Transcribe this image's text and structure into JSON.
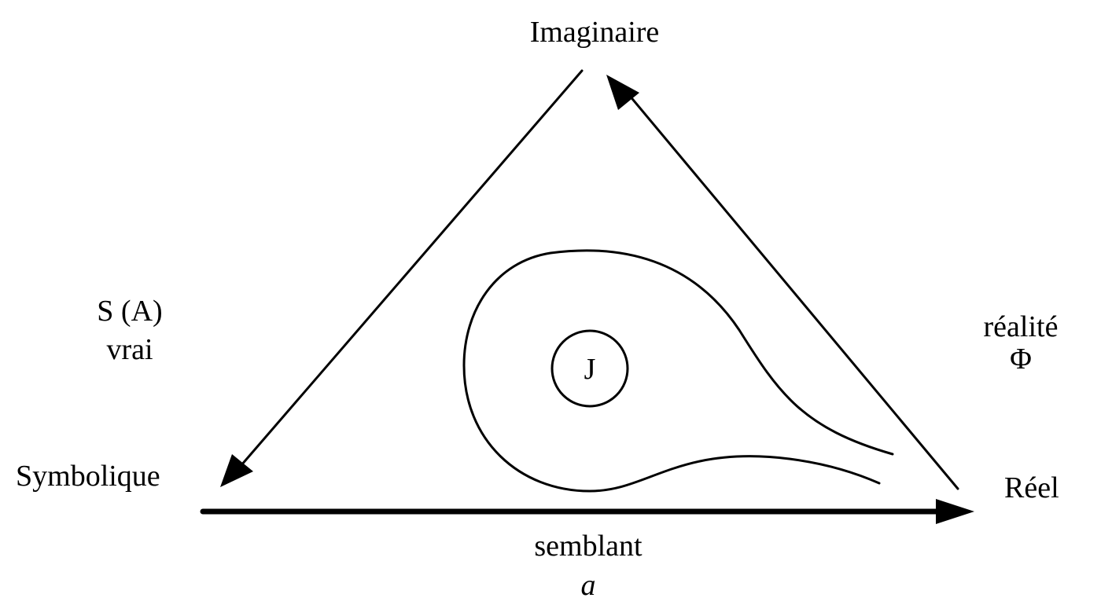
{
  "colors": {
    "ink": "#000000",
    "background": "#ffffff"
  },
  "vertices": {
    "top": "Imaginaire",
    "left": "Symbolique",
    "right": "Réel"
  },
  "edges": {
    "left": {
      "line1": "S (A)",
      "line2": "vrai",
      "direction": "from Imaginaire to Symbolique"
    },
    "right": {
      "line1": "réalité",
      "line2": "Φ",
      "direction": "from Réel to Imaginaire"
    },
    "bottom": {
      "line1": "semblant",
      "line2": "a",
      "direction": "from Symbolique to Réel"
    }
  },
  "center": {
    "label": "J"
  }
}
